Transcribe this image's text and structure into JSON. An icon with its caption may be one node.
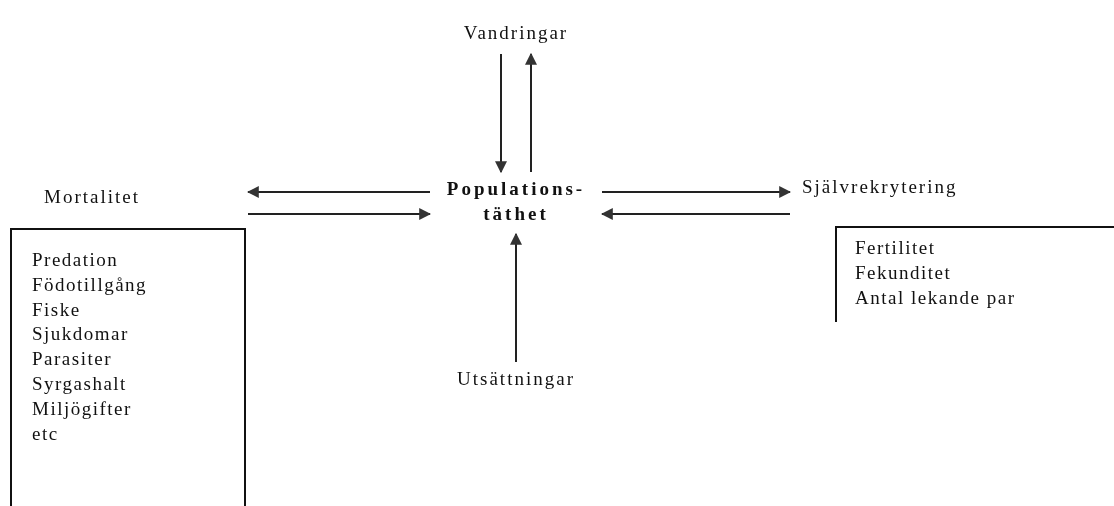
{
  "diagram": {
    "nodes": [
      {
        "text": [
          "Vandringar"
        ]
      },
      {
        "text": [
          "Populations- täthet"
        ]
      },
      {
        "text": [
          "Mortalitet",
          "Predation",
          "Födotillgång",
          "Fiske",
          "Sjukdomar",
          "Parasiter",
          "Syrgashalt",
          "Miljögifter",
          "etc"
        ]
      },
      {
        "text": [
          "Självrekrytering",
          "Fertilitet",
          "Fekunditet",
          "Antal lekande par"
        ]
      },
      {
        "text": [
          "Utsättningar"
        ]
      }
    ],
    "edges": [
      {
        "from": 0,
        "to": 1,
        "arrow": "to"
      },
      {
        "from": 1,
        "to": 0,
        "arrow": "to"
      },
      {
        "from": 1,
        "to": 2,
        "arrow": "to"
      },
      {
        "from": 2,
        "to": 1,
        "arrow": "to"
      },
      {
        "from": 1,
        "to": 3,
        "arrow": "to"
      },
      {
        "from": 3,
        "to": 1,
        "arrow": "to"
      },
      {
        "from": 4,
        "to": 1,
        "arrow": "to"
      }
    ]
  }
}
